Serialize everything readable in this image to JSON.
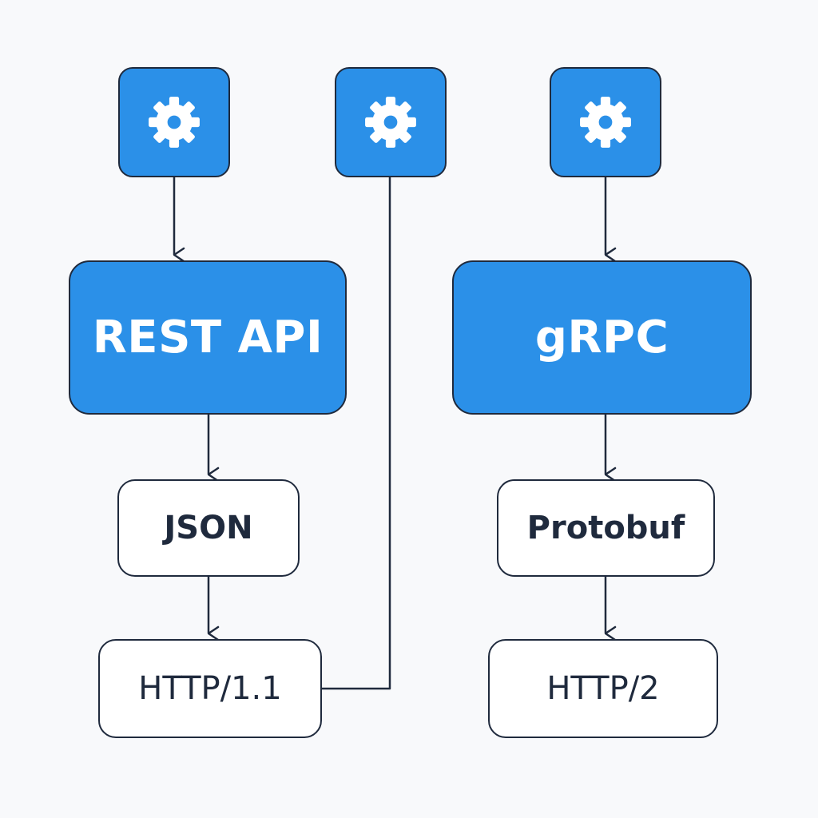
{
  "colors": {
    "background": "#f8f9fb",
    "accent_blue": "#2b90e8",
    "stroke_navy": "#1f2a3d",
    "box_white": "#ffffff"
  },
  "icons": {
    "service": "gear-icon"
  },
  "rest": {
    "label": "REST API",
    "format": "JSON",
    "transport": "HTTP/1.1"
  },
  "grpc": {
    "label": "gRPC",
    "format": "Protobuf",
    "transport": "HTTP/2"
  }
}
